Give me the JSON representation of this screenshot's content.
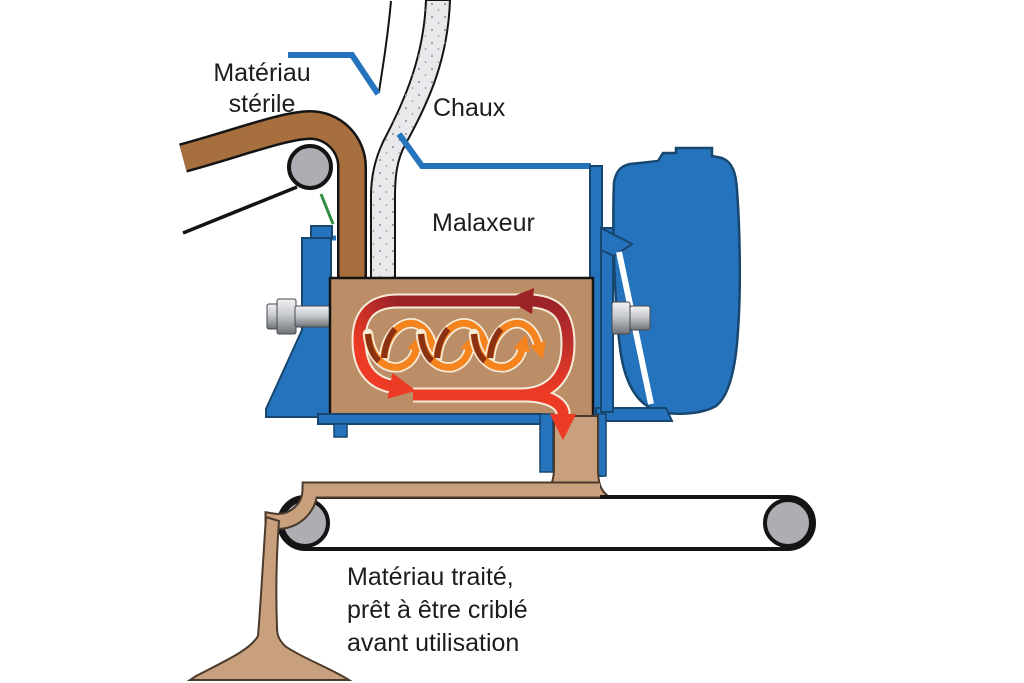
{
  "labels": {
    "sterile_lines": [
      "Matériau",
      "stérile"
    ],
    "lime": "Chaux",
    "mixer": "Malaxeur",
    "treated_lines": [
      "Matériau traité,",
      "prêt à être criblé",
      "avant utilisation"
    ]
  },
  "colors": {
    "background": "#ffffff",
    "text": "#1c1c1c",
    "ink": "#141414",
    "blue": "#2673bd",
    "blue_dark": "#17466e",
    "brown_feed": "#a86f3e",
    "brown_chamber": "#bc8e68",
    "tan_treated": "#c9a07d",
    "tan_edge": "#4a3a2c",
    "maroon": "#9b2328",
    "red": "#ee3b25",
    "orange": "#f5831e",
    "orange_dark": "#8a3212",
    "cream": "#f6ecd9",
    "gray_roller": "#adadb3",
    "gray_lime": "#e9e9eb",
    "lime_speck": "#9b9ba6",
    "green": "#2e8b3f"
  }
}
